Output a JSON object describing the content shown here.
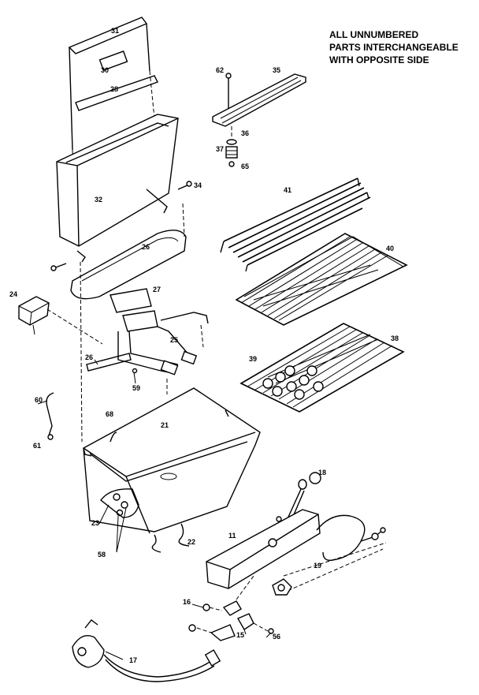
{
  "note": {
    "line1": "ALL UNNUMBERED",
    "line2": "PARTS INTERCHANGEABLE",
    "line3": "WITH OPPOSITE SIDE"
  },
  "labels": {
    "p31": "31",
    "p30": "30",
    "p28": "28",
    "p32": "32",
    "p34": "34",
    "p62": "62",
    "p35": "35",
    "p36": "36",
    "p37": "37",
    "p65": "65",
    "p41": "41",
    "p40": "40",
    "p38": "38",
    "p39": "39",
    "p26a": "26",
    "p27": "27",
    "p24": "24",
    "p25": "25",
    "p26b": "26",
    "p59": "59",
    "p60": "60",
    "p68": "68",
    "p21": "21",
    "p61": "61",
    "p18": "18",
    "p23": "23",
    "p22": "22",
    "p58": "58",
    "p11": "11",
    "p19": "19",
    "p16": "16",
    "p15": "15",
    "p56": "56",
    "p17": "17"
  }
}
